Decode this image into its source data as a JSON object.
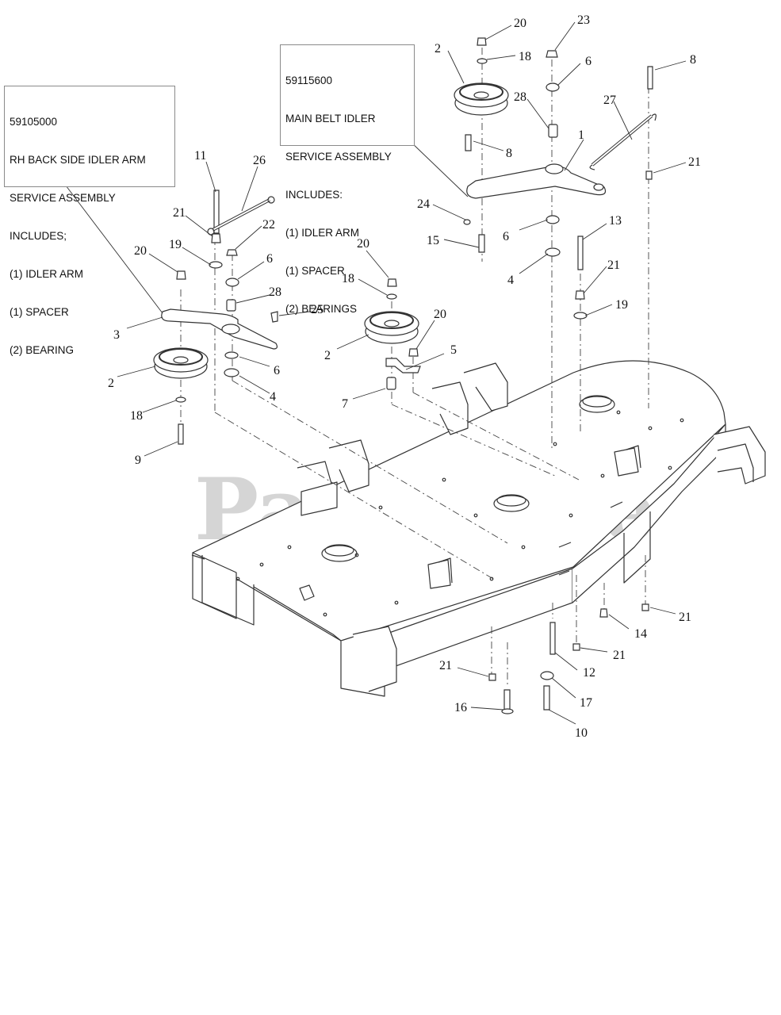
{
  "callouts": {
    "left": {
      "part_number": "59105000",
      "lines": [
        "RH BACK SIDE IDLER ARM",
        "SERVICE ASSEMBLY",
        "INCLUDES;",
        "(1) IDLER ARM",
        "(1) SPACER",
        "(2) BEARING"
      ]
    },
    "right": {
      "part_number": "59115600",
      "lines": [
        "MAIN BELT IDLER",
        "SERVICE ASSEMBLY",
        "INCLUDES:",
        "(1) IDLER ARM",
        "(1) SPACER",
        "(2) BEARINGS"
      ]
    }
  },
  "part_labels": [
    "20",
    "23",
    "2",
    "18",
    "6",
    "8",
    "28",
    "27",
    "1",
    "8",
    "21",
    "24",
    "15",
    "6",
    "13",
    "4",
    "21",
    "19",
    "11",
    "26",
    "21",
    "22",
    "19",
    "6",
    "20",
    "28",
    "25",
    "3",
    "6",
    "2",
    "4",
    "18",
    "9",
    "20",
    "18",
    "20",
    "2",
    "5",
    "7",
    "21",
    "14",
    "21",
    "12",
    "21",
    "17",
    "16",
    "10"
  ],
  "watermark": {
    "text": "PartsTree",
    "trademark": "TM"
  },
  "colors": {
    "line": "#333333",
    "watermark": "#c8c8c8",
    "callout_border": "#8a8a8a"
  }
}
